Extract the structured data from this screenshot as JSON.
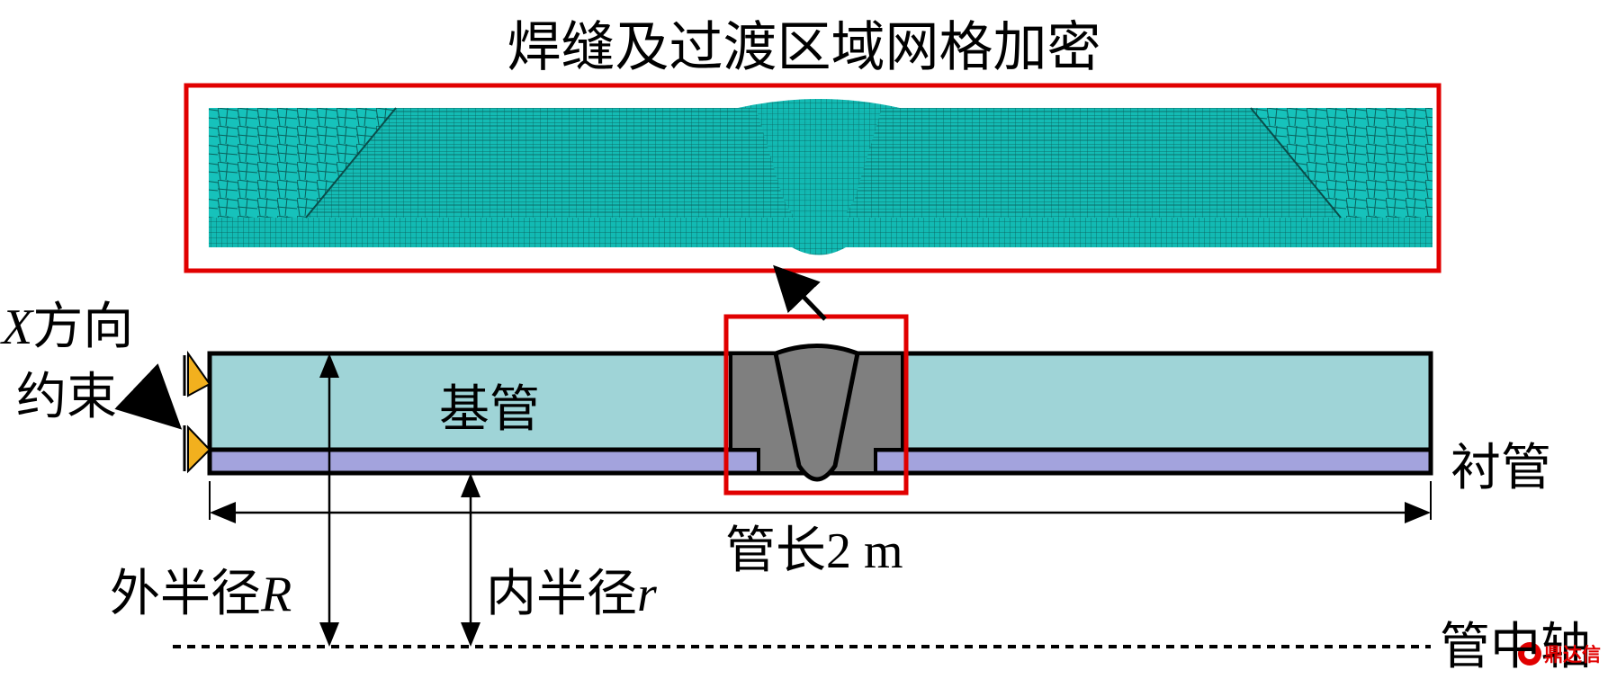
{
  "title": "焊缝及过渡区域网格加密",
  "labels": {
    "x_constraint_italic": "X",
    "x_constraint_line1": "方向",
    "x_constraint_line2": "约束",
    "base_pipe": "基管",
    "liner_pipe": "衬管",
    "pipe_length": "管长2 m",
    "outer_radius_prefix": "外半径",
    "outer_radius_symbol": "R",
    "inner_radius_prefix": "内半径",
    "inner_radius_symbol": "r",
    "pipe_axis": "管中轴",
    "watermark": "鼎达信"
  },
  "colors": {
    "base_pipe": "#9fd4d7",
    "liner_pipe": "#a3a3dd",
    "weld": "#7f7f7f",
    "highlight_box": "#e10000",
    "constraint": "#f2b01e",
    "mesh": "#10b8b0"
  }
}
